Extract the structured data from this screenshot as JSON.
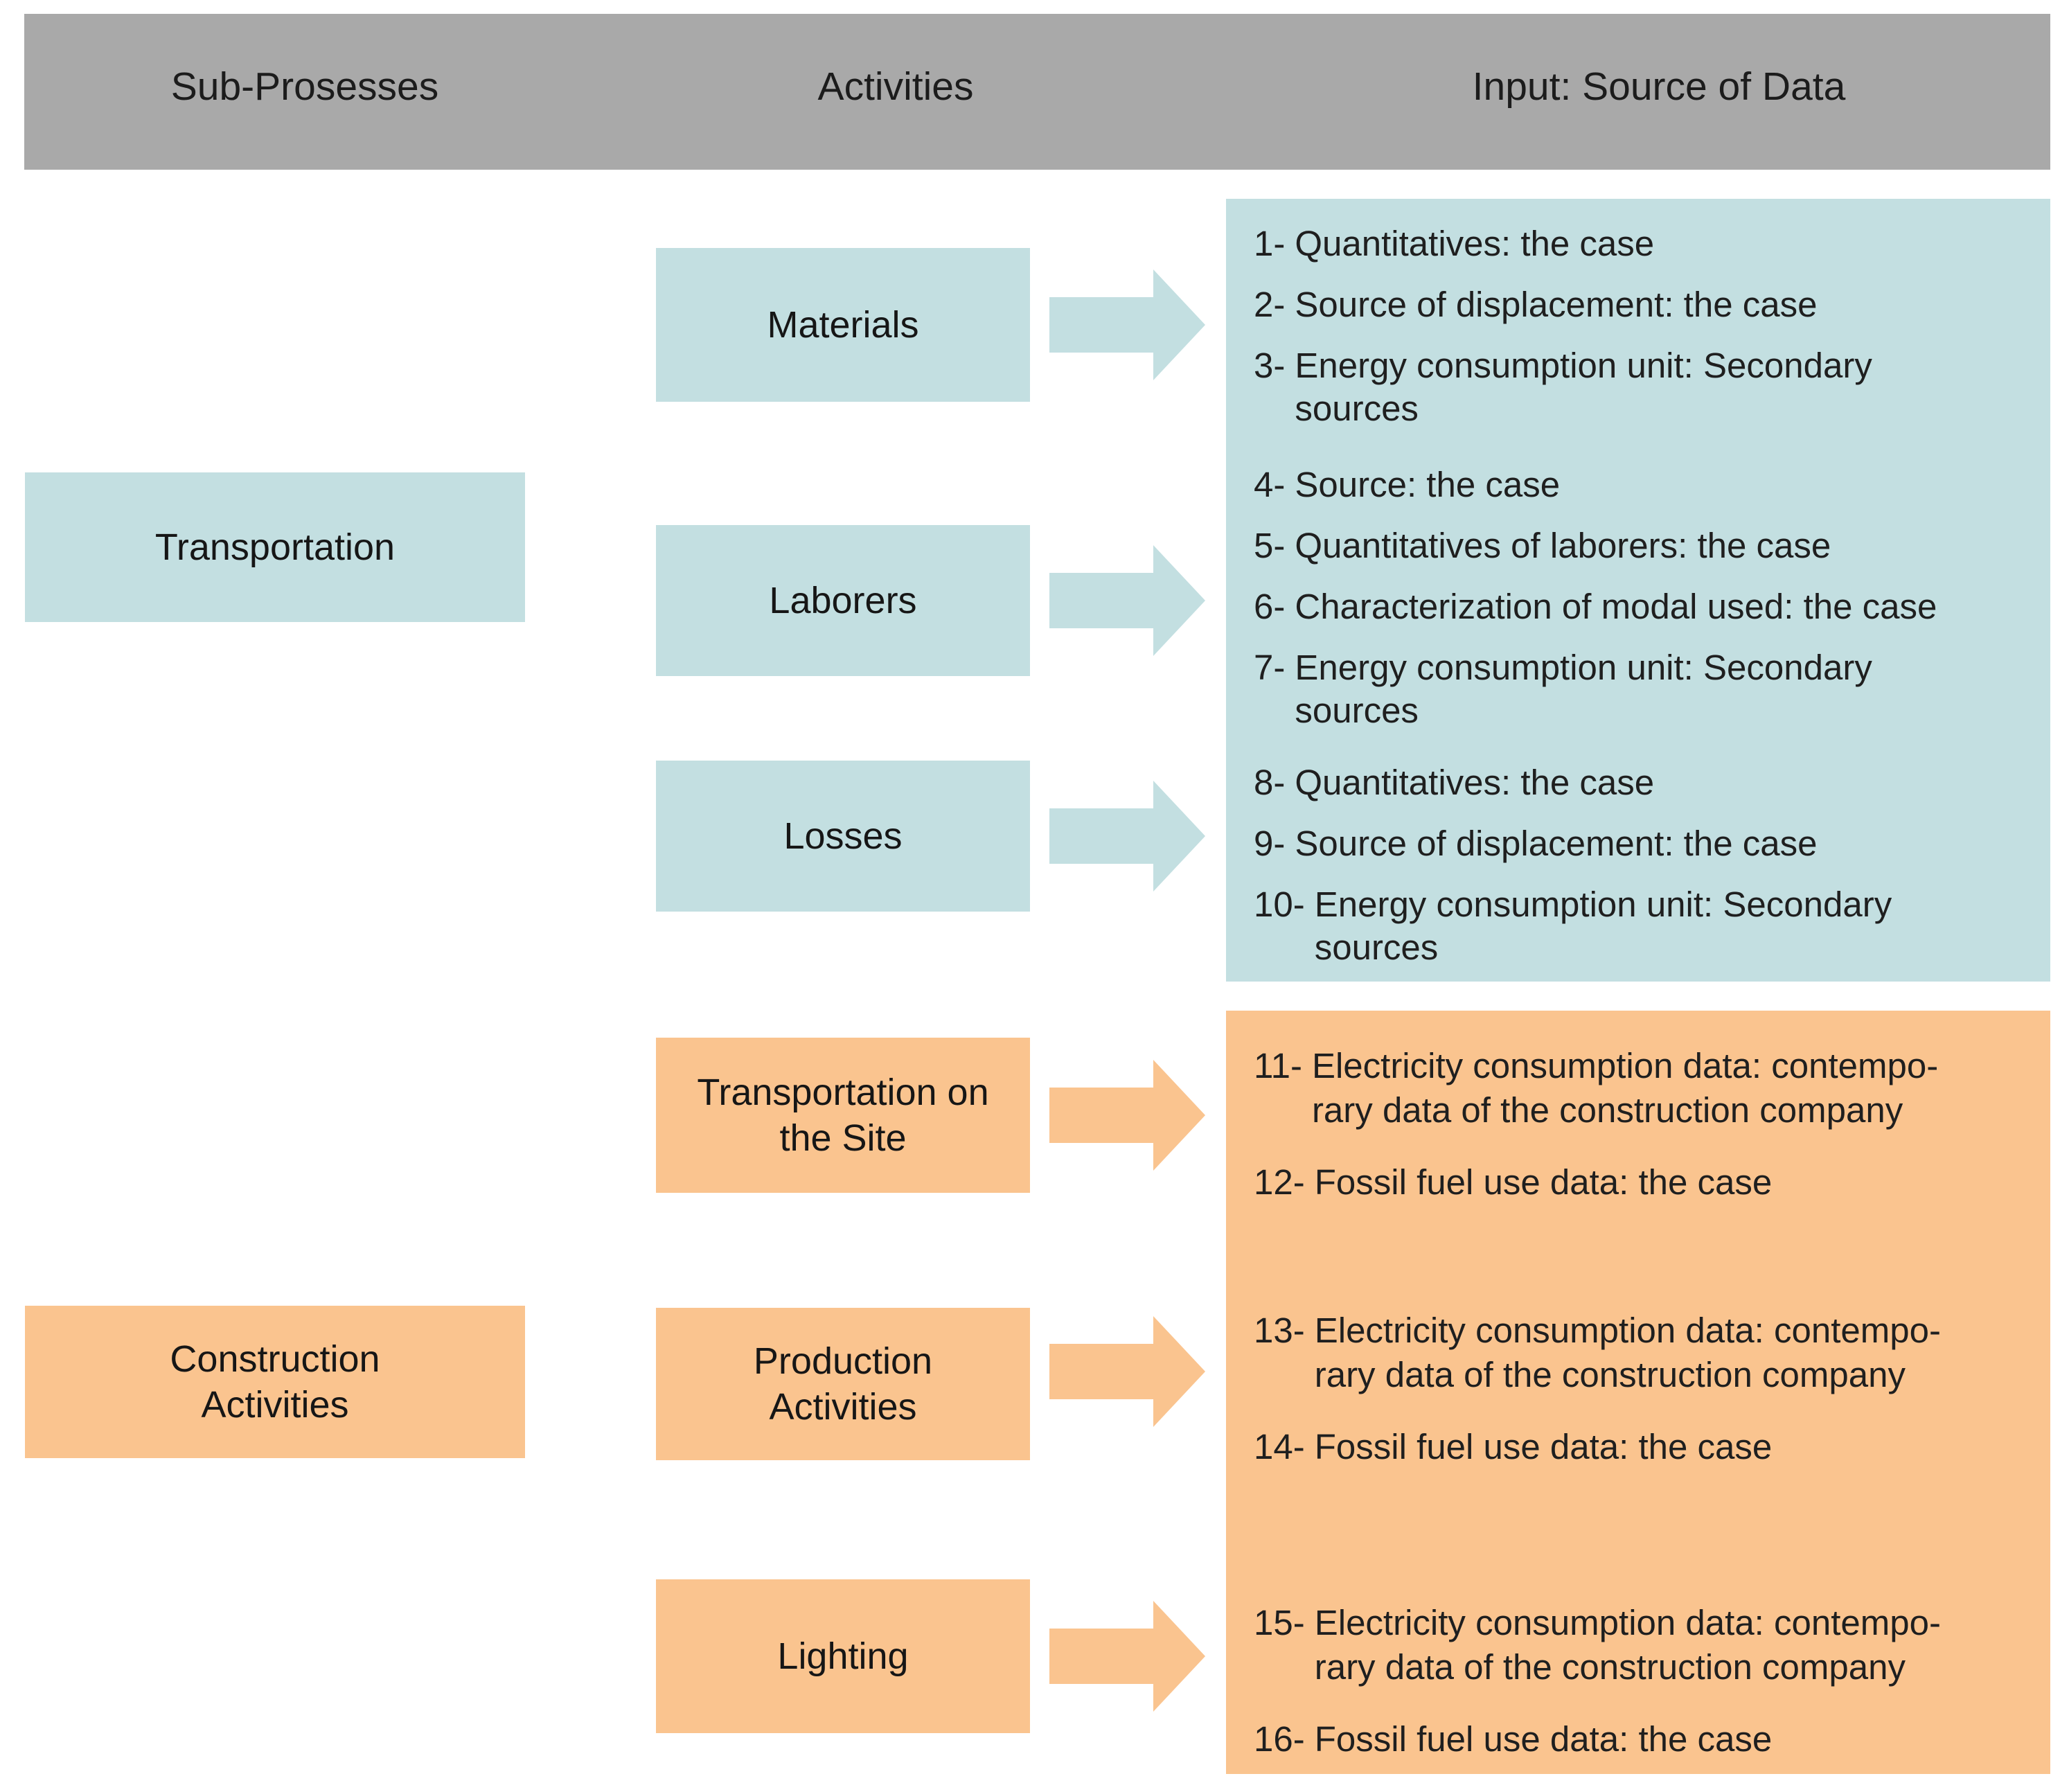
{
  "palette": {
    "header_bg": "#a9a9a9",
    "transportation_color": "#c3dfe1",
    "construction_color": "#fac48f",
    "page_bg": "#ffffff",
    "text_color": "#1f1f1f"
  },
  "header": {
    "col_sub_processes": "Sub-Prosesses",
    "col_activities": "Activities",
    "col_input": "Input: Source of Data"
  },
  "sub_processes": [
    {
      "label": "Transportation"
    },
    {
      "label": "Construction Activities"
    }
  ],
  "activities": [
    {
      "label": "Materials"
    },
    {
      "label": "Laborers"
    },
    {
      "label": "Losses"
    },
    {
      "label": "Transportation on the Site"
    },
    {
      "label": "Production Activities"
    },
    {
      "label": "Lighting"
    }
  ],
  "inputs_transportation": [
    {
      "num": "1-",
      "text": "Quantitatives: the case"
    },
    {
      "num": "2-",
      "text": "Source of displacement: the case"
    },
    {
      "num": "3-",
      "text": "Energy consumption unit: Secondary\nsources"
    },
    {
      "num": "4-",
      "text": "Source: the case"
    },
    {
      "num": "5-",
      "text": "Quantitatives of laborers: the case"
    },
    {
      "num": "6-",
      "text": "Characterization of modal used: the case"
    },
    {
      "num": "7-",
      "text": "Energy consumption unit: Secondary\nsources"
    },
    {
      "num": "8-",
      "text": "Quantitatives: the case"
    },
    {
      "num": "9-",
      "text": "Source of displacement: the case"
    },
    {
      "num": "10-",
      "text": "Energy consumption unit: Secondary\nsources"
    }
  ],
  "inputs_construction": [
    {
      "num": "11-",
      "text": "Electricity consumption data: contempo-\nrary data of the construction company"
    },
    {
      "num": "12-",
      "text": "Fossil fuel use data: the case"
    },
    {
      "num": "13-",
      "text": "Electricity consumption data: contempo-\nrary data of the construction company"
    },
    {
      "num": "14-",
      "text": "Fossil fuel use data: the case"
    },
    {
      "num": "15-",
      "text": "Electricity consumption data: contempo-\nrary data of the construction company"
    },
    {
      "num": "16-",
      "text": "Fossil fuel use data: the case"
    }
  ]
}
